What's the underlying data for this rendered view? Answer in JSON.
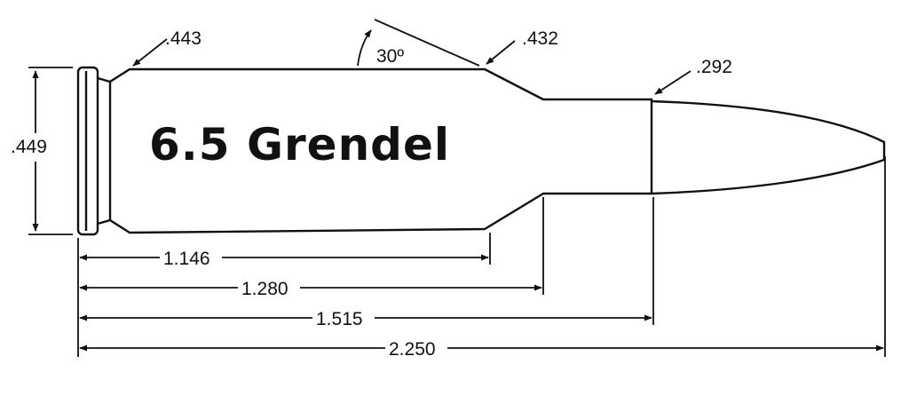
{
  "title": "6.5 Grendel",
  "diameters": {
    "rim": ".449",
    "base": ".443",
    "shoulder": ".432",
    "neck": ".292"
  },
  "shoulder_angle": "30º",
  "lengths": {
    "to_shoulder": "1.146",
    "to_neck": "1.280",
    "case_length": "1.515",
    "overall_length": "2.250"
  }
}
